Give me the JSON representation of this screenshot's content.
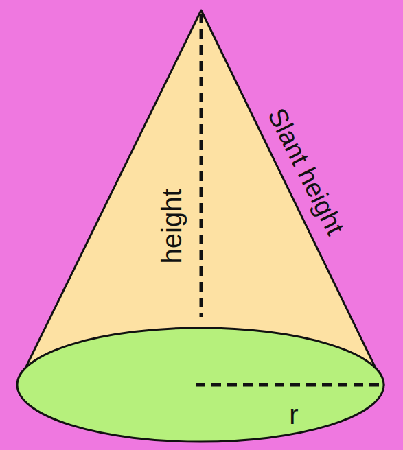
{
  "diagram": {
    "labels": [
      "height",
      "Slant height",
      "r"
    ]
  }
}
